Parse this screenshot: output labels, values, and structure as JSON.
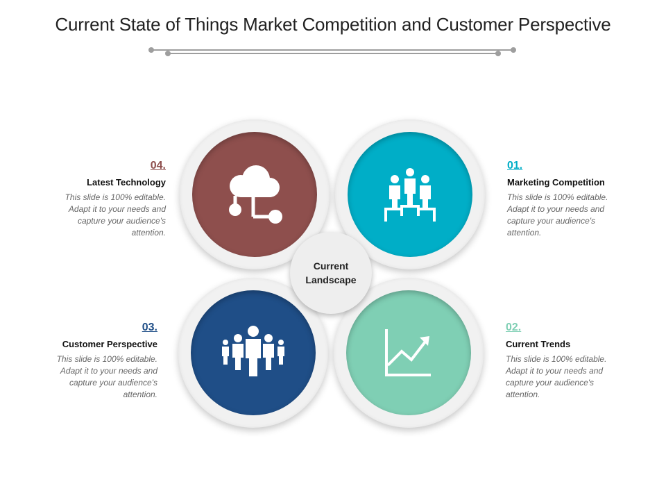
{
  "title": "Current State of Things Market Competition and Customer Perspective",
  "center": {
    "line1": "Current",
    "line2": "Landscape"
  },
  "colors": {
    "item1": "#00aec7",
    "item2": "#7fcfb4",
    "item3": "#1f4e87",
    "item4": "#8e4f4d",
    "divider": "#9e9e9e"
  },
  "items": [
    {
      "number": "01.",
      "heading": "Marketing Competition",
      "description": "This slide is 100% editable. Adapt it to your needs and capture your audience's attention.",
      "icon": "podium-icon"
    },
    {
      "number": "02.",
      "heading": "Current Trends",
      "description": "This slide is 100% editable. Adapt it to your needs and capture your audience's attention.",
      "icon": "trend-chart-icon"
    },
    {
      "number": "03.",
      "heading": "Customer Perspective",
      "description": "This slide is 100% editable. Adapt it to your needs and capture your audience's attention.",
      "icon": "group-people-icon"
    },
    {
      "number": "04.",
      "heading": "Latest Technology",
      "description": "This slide is 100% editable. Adapt it to your needs and capture your audience's attention.",
      "icon": "cloud-network-icon"
    }
  ]
}
